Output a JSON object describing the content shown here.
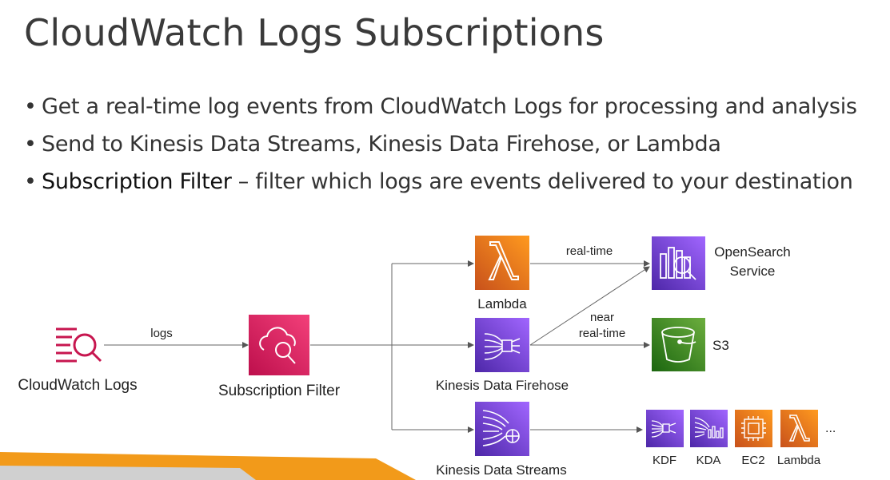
{
  "slide": {
    "title": "CloudWatch Logs Subscriptions",
    "bullets": [
      {
        "text": "Get a real-time log events from CloudWatch Logs for processing and analysis"
      },
      {
        "text": "Send to Kinesis Data Streams, Kinesis Data Firehose, or Lambda"
      },
      {
        "emphasis": "Subscription Filter",
        "text": " – filter which logs are events delivered to your destination"
      }
    ]
  },
  "diagram": {
    "nodes": {
      "cloudwatch_logs": "CloudWatch Logs",
      "subscription_filter": "Subscription Filter",
      "lambda": "Lambda",
      "firehose": "Kinesis Data Firehose",
      "streams": "Kinesis Data Streams",
      "opensearch_line1": "OpenSearch",
      "opensearch_line2": "Service",
      "s3": "S3",
      "kdf": "KDF",
      "kda": "KDA",
      "ec2": "EC2",
      "lambda_small": "Lambda",
      "ellipsis": "..."
    },
    "edge_labels": {
      "logs": "logs",
      "realtime": "real-time",
      "near_line1": "near",
      "near_line2": "real-time"
    },
    "colors": {
      "pink": "#d6245e",
      "orange": "#e8731a",
      "purple": "#6b3fd4",
      "green": "#3d8a2a",
      "accent_bar": "#f29a1a"
    }
  }
}
